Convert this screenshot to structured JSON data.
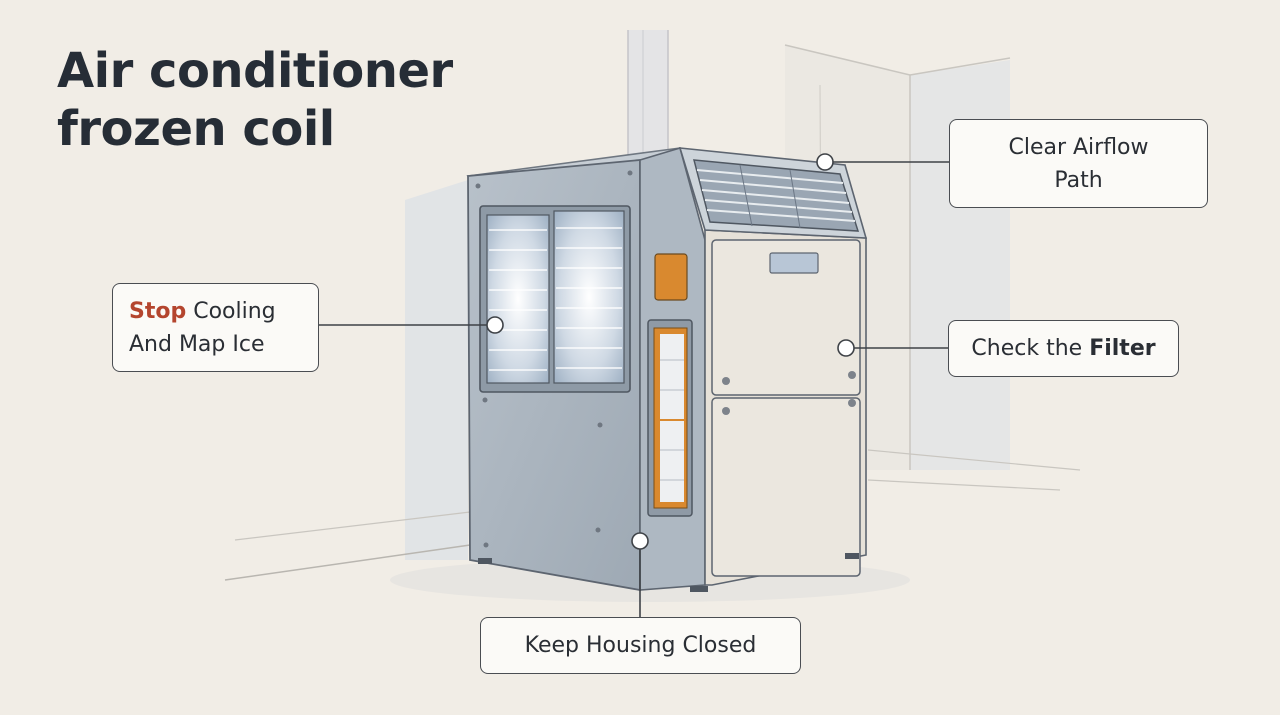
{
  "title": {
    "line1": "Air conditioner",
    "line2": "frozen coil"
  },
  "callouts": {
    "airflow": {
      "line1": "Clear Airflow",
      "line2": "Path"
    },
    "filter": {
      "prefix": "Check the ",
      "highlight": "Filter"
    },
    "stop": {
      "highlight": "Stop",
      "rest1": " Cooling",
      "line2": "And Map Ice"
    },
    "housing": {
      "label": "Keep Housing Closed"
    }
  },
  "colors": {
    "background": "#f1ede6",
    "title": "#262d36",
    "highlight_red": "#b4452e",
    "unit_body": "#a9b3bd",
    "front_panel": "#e6e1d8",
    "filter_orange": "#d9892f"
  }
}
